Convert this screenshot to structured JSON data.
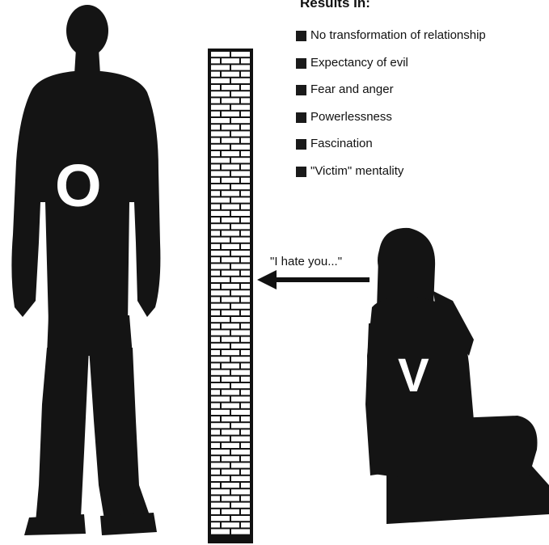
{
  "results": {
    "heading": "Results In:",
    "items": [
      "No transformation of relationship",
      "Expectancy of evil",
      "Fear and anger",
      "Powerlessness",
      "Fascination",
      "\"Victim\" mentality"
    ]
  },
  "figures": {
    "other_label": "O",
    "victim_label": "V"
  },
  "speech": "\"I hate you...\"",
  "colors": {
    "silhouette": "#111111",
    "wall_mortar": "#111111",
    "brick": "#ffffff",
    "bullet": "#1a1a1a"
  }
}
